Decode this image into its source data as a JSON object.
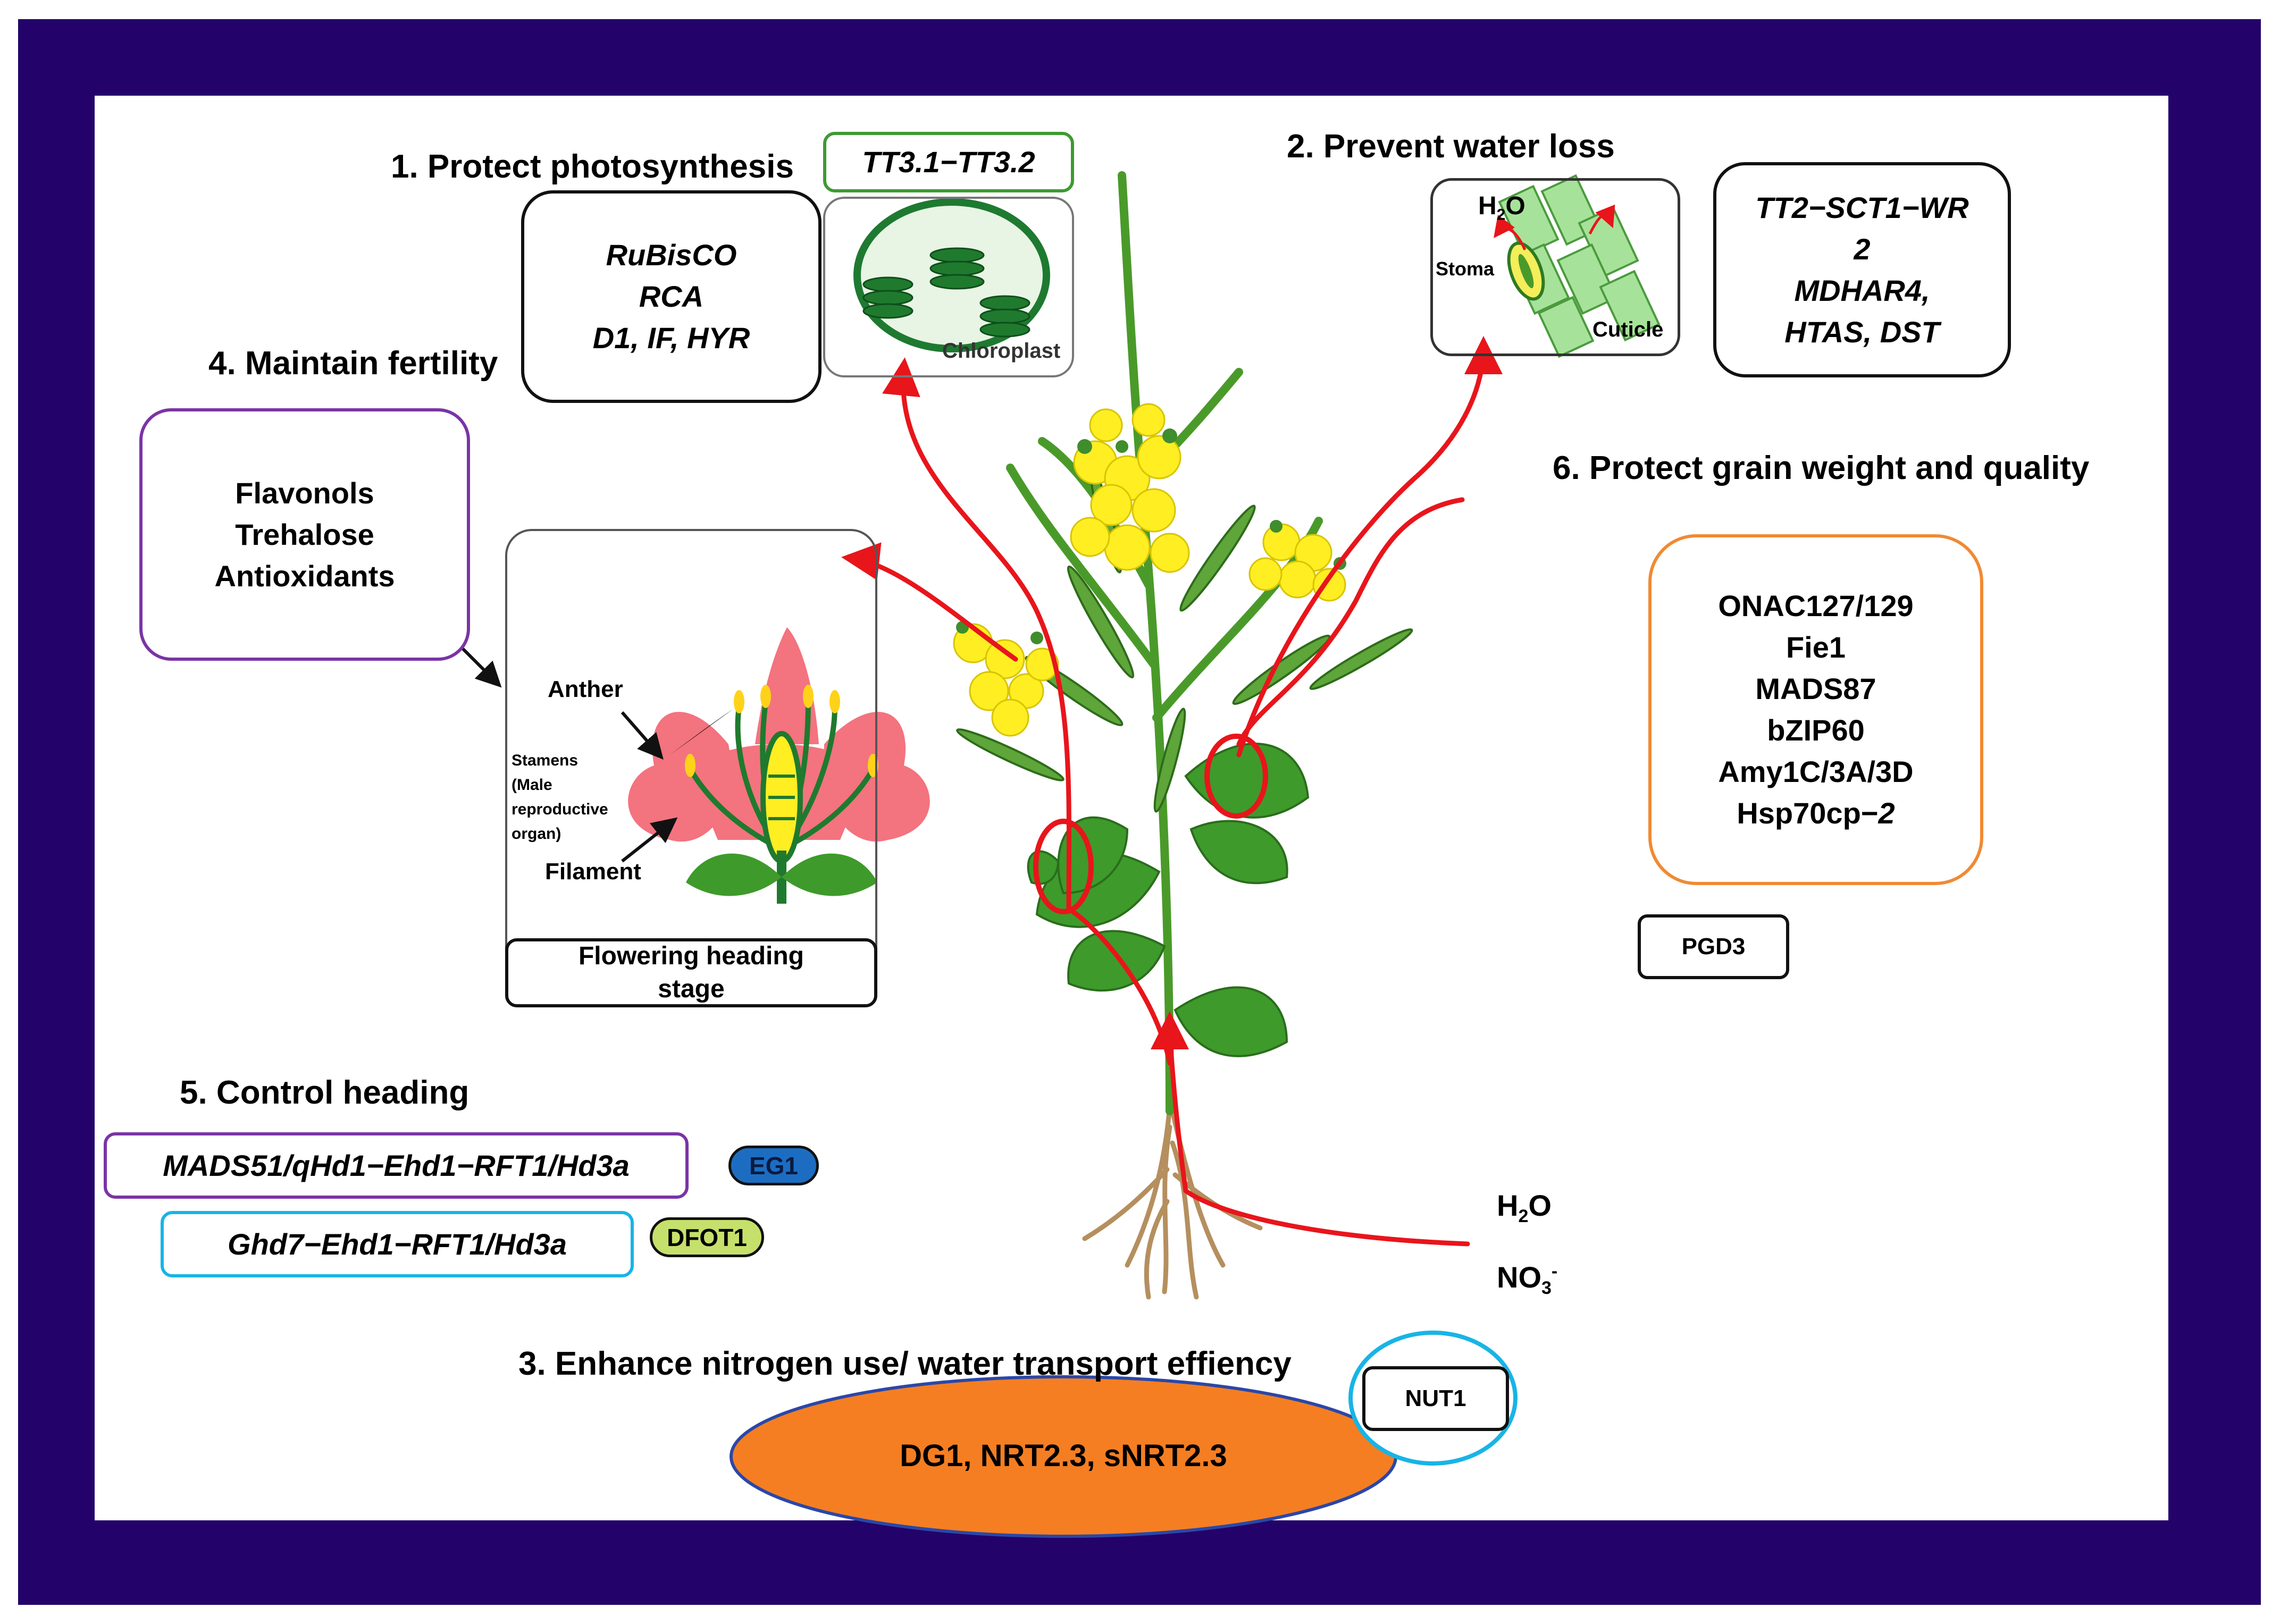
{
  "headings": {
    "h1": "1. Protect photosynthesis",
    "h2": "2. Prevent water loss",
    "h3": "3. Enhance nitrogen use/ water transport effiency",
    "h4": "4. Maintain fertility",
    "h5": "5. Control heading",
    "h6": "6. Protect grain weight and quality"
  },
  "photosynthesis": {
    "tt3": "TT3.1−TT3.2",
    "genes": [
      "RuBisCO",
      "RCA",
      "D1, IF, HYR"
    ],
    "chloroplast_label": "Chloroplast"
  },
  "water_loss": {
    "h2o": "H",
    "h2o_sub": "2",
    "h2o_tail": "O",
    "stoma": "Stoma",
    "cuticle": "Cuticle",
    "genes": [
      "TT2−SCT1−WR",
      "2",
      "MDHAR4,",
      "HTAS, DST"
    ]
  },
  "fertility": {
    "items": [
      "Flavonols",
      "Trehalose",
      "Antioxidants"
    ],
    "anther": "Anther",
    "stamens": [
      "Stamens",
      "(Male",
      "reproductive",
      "organ)"
    ],
    "filament": "Filament",
    "stage": [
      "Flowering heading",
      "stage"
    ]
  },
  "grain": {
    "genes": [
      "ONAC127/129",
      "Fie1",
      "MADS87",
      "bZIP60",
      "Amy1C/3A/3D",
      "Hsp70cp−"
    ],
    "hsp_suffix": "2",
    "pgd3": "PGD3"
  },
  "heading_ctrl": {
    "path1": "MADS51/qHd1−Ehd1−RFT1/Hd3a",
    "eg1": "EG1",
    "path2": "Ghd7−Ehd1−RFT1/Hd3a",
    "dfot1": "DFOT1"
  },
  "nitrogen": {
    "genes": "DG1, NRT2.3, sNRT2.3",
    "nut1": "NUT1",
    "h2o": "H",
    "h2o_sub": "2",
    "h2o_tail": "O",
    "no3": "NO",
    "no3_sub": "3",
    "no3_sup": "-"
  },
  "colors": {
    "frame": "#23036a",
    "arrow": "#e8151b",
    "purple_border": "#7a34a6",
    "cyan_border": "#18b4e6",
    "green_border": "#3e9a32",
    "orange_border": "#f08a33",
    "ellipse_fill": "#f57e22",
    "eg1_fill": "#1c6dc2",
    "dfot1_fill": "#c6e06c",
    "petal": "#f3737f",
    "flower_yellow": "#ffee22",
    "leaf_green": "#3e9a2b"
  }
}
